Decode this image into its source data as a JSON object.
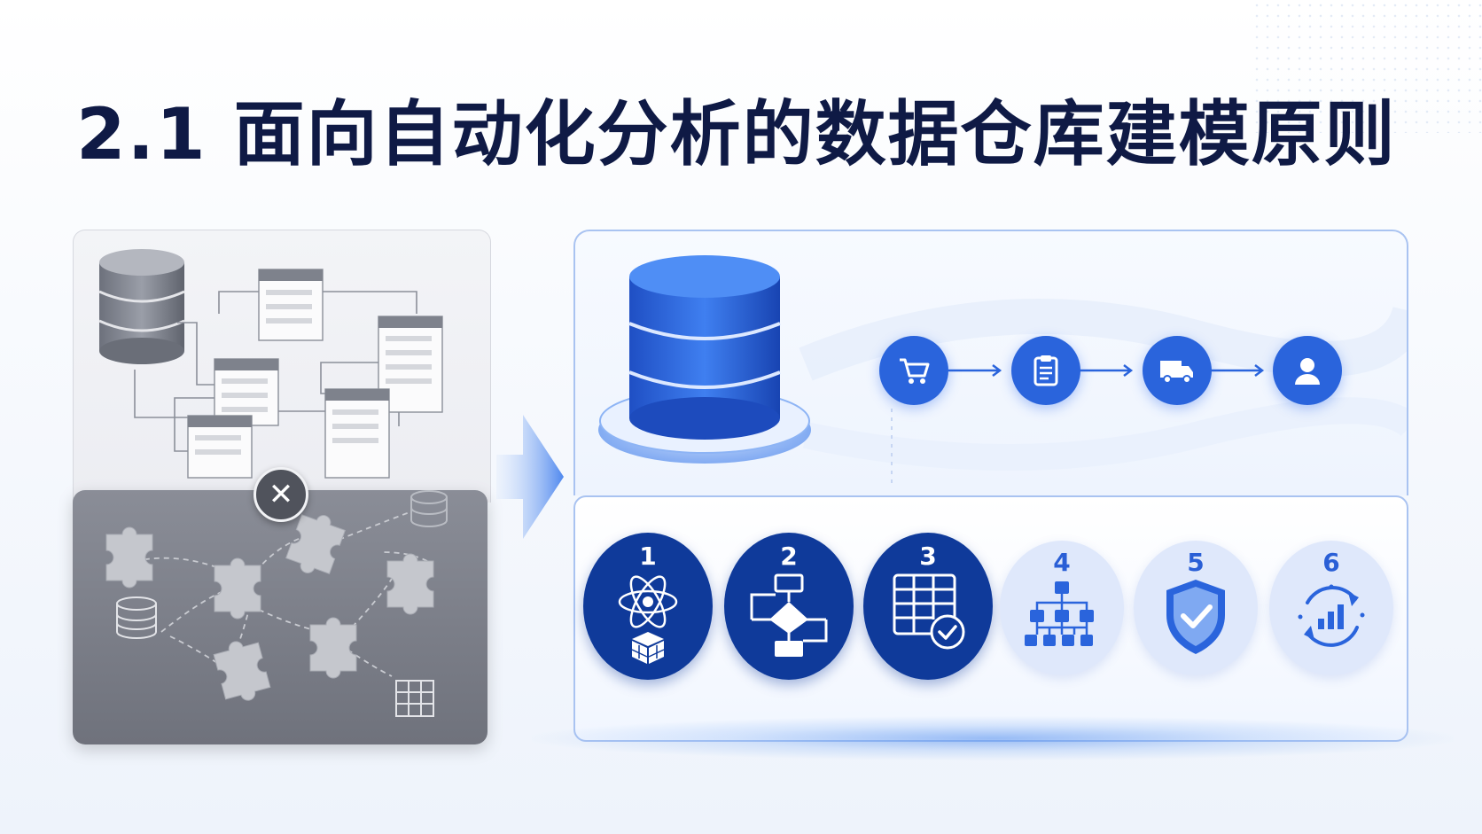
{
  "title": "2.1 面向自动化分析的数据仓库建模原则",
  "left_panel": {
    "bad_marker_icon": "close-icon"
  },
  "right_panel": {
    "process_flow": [
      {
        "icon": "shopping-cart-icon"
      },
      {
        "icon": "clipboard-icon"
      },
      {
        "icon": "delivery-truck-icon"
      },
      {
        "icon": "user-icon"
      }
    ],
    "principles": [
      {
        "number": "1",
        "icon": "atom-cube-icon",
        "style": "dark"
      },
      {
        "number": "2",
        "icon": "flowchart-icon",
        "style": "dark"
      },
      {
        "number": "3",
        "icon": "table-check-icon",
        "style": "dark"
      },
      {
        "number": "4",
        "icon": "hierarchy-icon",
        "style": "light"
      },
      {
        "number": "5",
        "icon": "shield-check-icon",
        "style": "light"
      },
      {
        "number": "6",
        "icon": "refresh-chart-icon",
        "style": "light"
      }
    ]
  },
  "colors": {
    "title": "#0f1a45",
    "accent_blue": "#2a64dc",
    "dark_navy": "#0f3a9a",
    "light_blue": "#dfe8fb",
    "gray_panel": "#7d808a"
  }
}
